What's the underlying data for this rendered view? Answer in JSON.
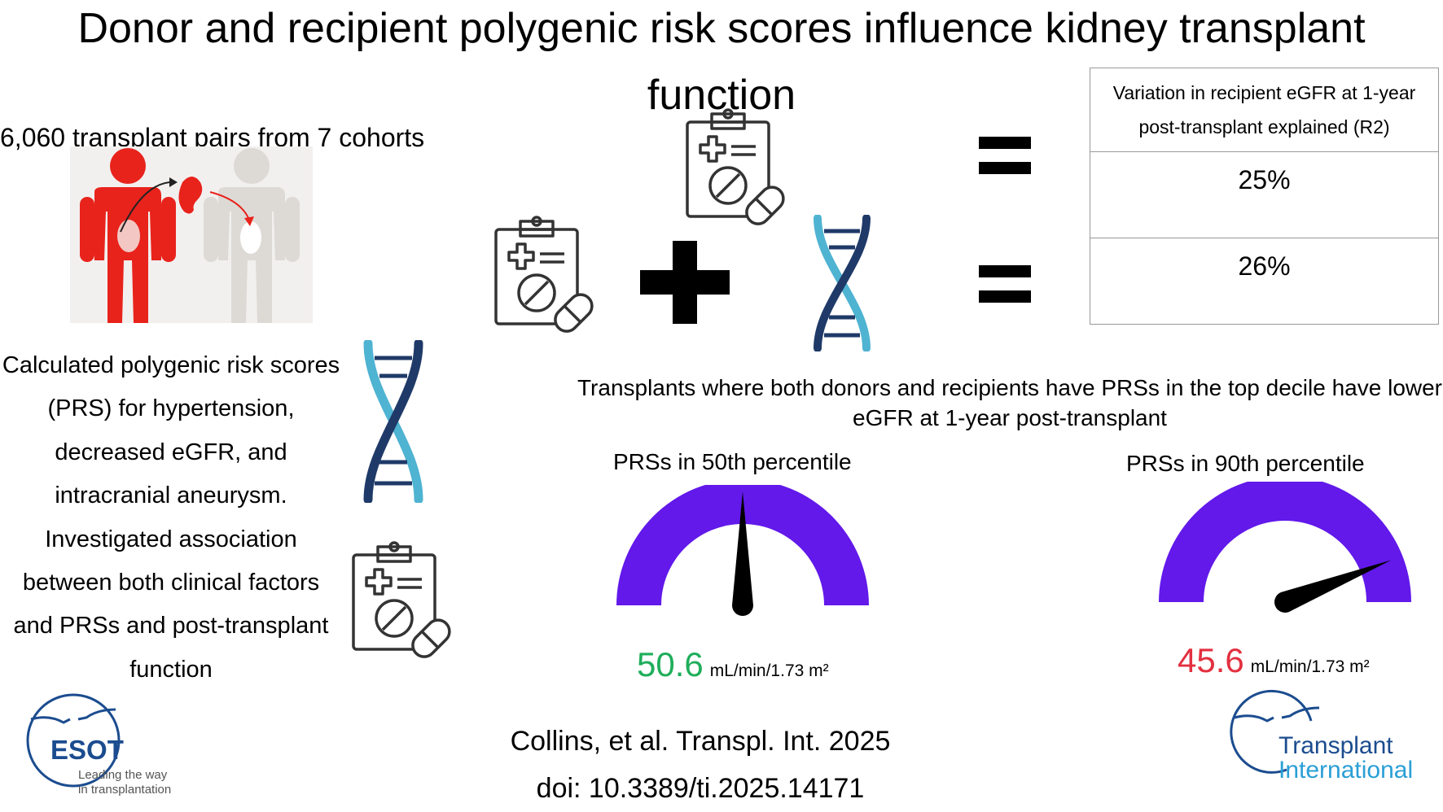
{
  "title": "Donor and recipient polygenic risk scores influence kidney transplant function",
  "cohorts_text": "6,060 transplant pairs from 7 cohorts",
  "description": "Calculated polygenic risk scores (PRS) for hypertension, decreased eGFR, and intracranial aneurysm. Investigated association between both clinical factors and PRSs and post-transplant function",
  "table": {
    "header": "Variation in recipient eGFR at 1-year post-transplant explained (R2)",
    "rows": [
      "25%",
      "26%"
    ]
  },
  "finding": "Transplants where both donors and recipients have PRSs in the top decile have lower eGFR at 1-year post-transplant",
  "gauges": [
    {
      "label": "PRSs in 50th percentile",
      "value": "50.6",
      "unit": "mL/min/1.73 m²",
      "color": "#1fae5b",
      "needle_fraction": 0.5
    },
    {
      "label": "PRSs in 90th percentile",
      "value": "45.6",
      "unit": "mL/min/1.73 m²",
      "color": "#e3303f",
      "needle_fraction": 0.88
    }
  ],
  "citation": {
    "line1": "Collins, et al. Transpl. Int. 2025",
    "line2": "doi: 10.3389/ti.2025.14171"
  },
  "logos": {
    "esot": {
      "name": "ESOT",
      "tagline_1": "Leading the way",
      "tagline_2": "in transplantation"
    },
    "journal": {
      "line1": "Transplant",
      "line2": "International"
    }
  },
  "colors": {
    "donor": "#e8231c",
    "recipient": "#dddad6",
    "gauge": "#6219ea",
    "dna_dark": "#1f3a68",
    "dna_light": "#4fb3d2",
    "logo_blue": "#1b4c8f"
  },
  "icons": [
    "kidney-transplant-illustration",
    "clipboard-pill-icon",
    "dna-icon",
    "plus-icon",
    "equals-icon",
    "gauge-icon"
  ]
}
